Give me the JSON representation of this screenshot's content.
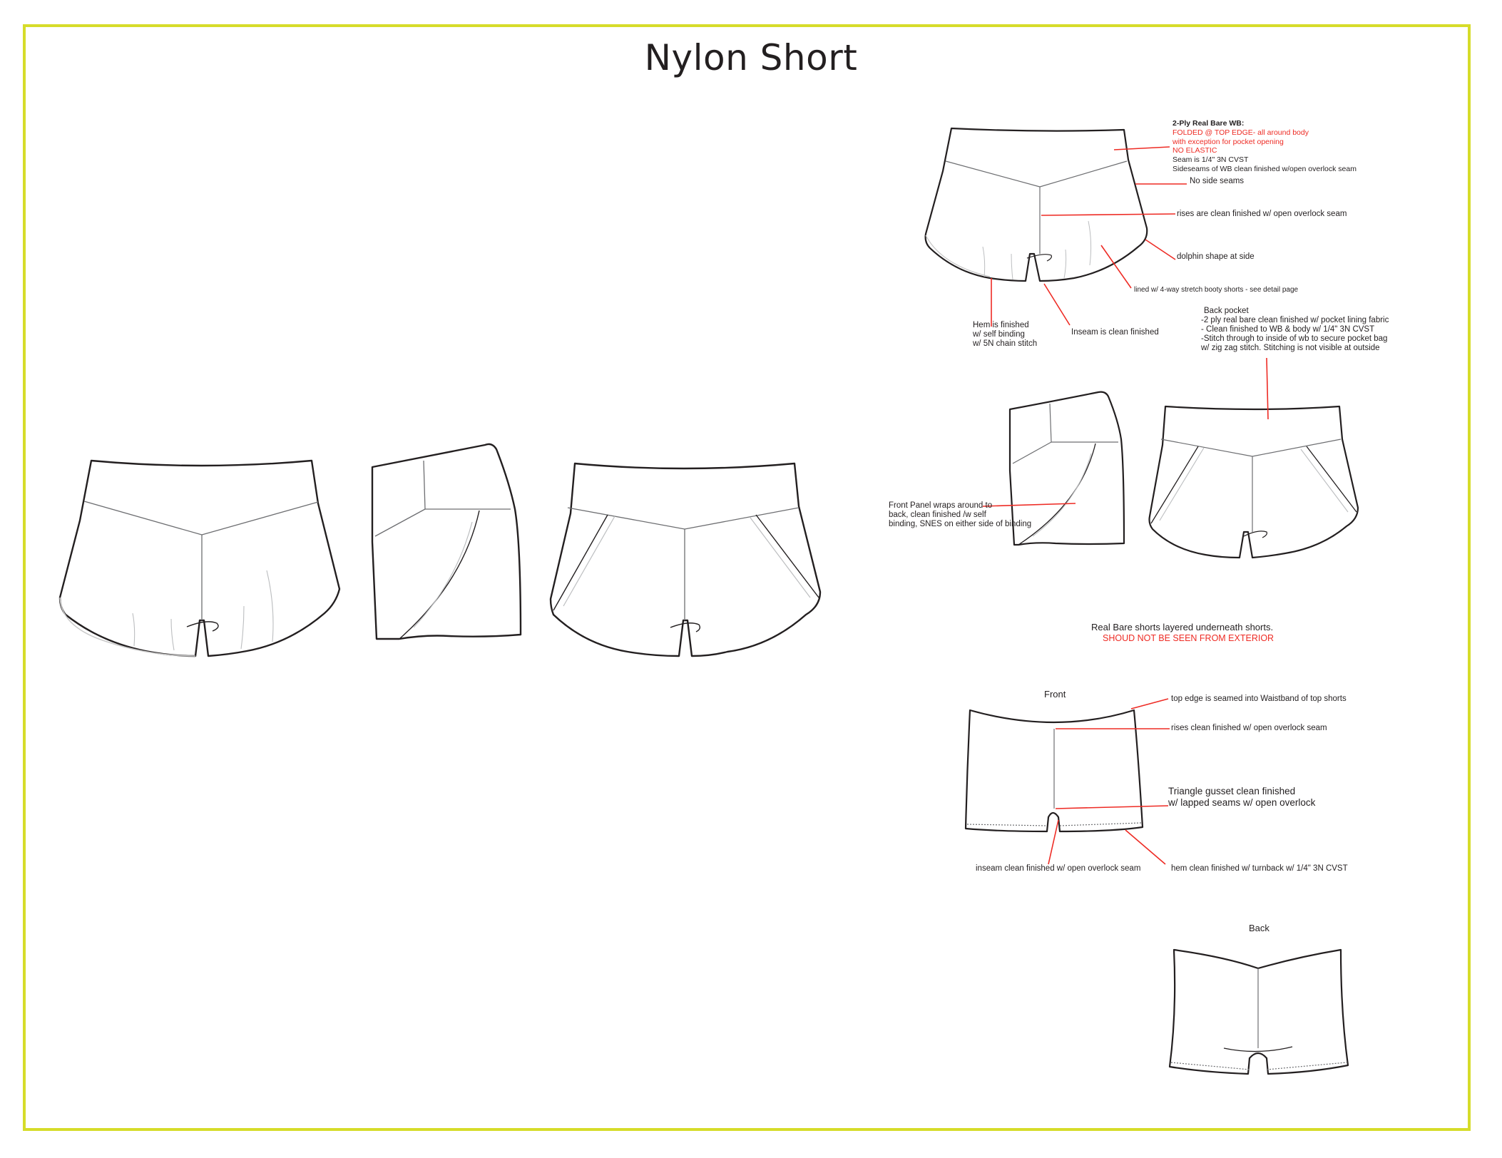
{
  "title": "Nylon Short",
  "colors": {
    "frame": "#d6dc2a",
    "callout": "#ee2b24",
    "ink": "#231f20",
    "seam": "#a7a9ac"
  },
  "waistband_note": {
    "heading": "2-Ply Real Bare WB:",
    "red_lines": [
      "FOLDED @ TOP EDGE- all around body",
      "with exception for pocket opening",
      "NO ELASTIC"
    ],
    "black_lines": [
      "Seam is 1/4\" 3N CVST",
      "Sideseams of WB clean finished w/open overlock seam"
    ]
  },
  "callouts": {
    "no_side_seams": "No side seams",
    "rises": "rises are clean finished w/ open overlock seam",
    "dolphin": "dolphin shape at side",
    "lined": "lined w/ 4-way stretch booty shorts - see detail page",
    "hem": [
      "Hem is finished",
      "w/ self  binding",
      "w/ 5N chain stitch"
    ],
    "inseam": "Inseam is clean finished",
    "back_pocket": [
      "Back pocket",
      "-2 ply real bare clean finished w/ pocket lining fabric",
      "- Clean finished to WB & body w/ 1/4\" 3N CVST",
      "-Stitch through to inside of wb to secure pocket bag",
      "w/ zig zag stitch. Stitching is not visible at outside"
    ],
    "front_panel": [
      "Front Panel wraps around to",
      "back, clean finished /w self",
      "binding, SNES on either side of binding"
    ]
  },
  "underlayer": {
    "heading": "Real Bare shorts layered underneath shorts.",
    "warning": "SHOUD NOT BE SEEN FROM EXTERIOR",
    "front_label": "Front",
    "back_label": "Back",
    "top_edge": "top edge is seamed into Waistband of top shorts",
    "rises": "rises clean finished w/ open overlock seam",
    "gusset": [
      "Triangle gusset clean finished",
      "w/ lapped seams w/ open overlock"
    ],
    "inseam": "inseam clean finished w/ open overlock seam",
    "hem": "hem clean finished w/ turnback w/ 1/4\" 3N CVST"
  }
}
